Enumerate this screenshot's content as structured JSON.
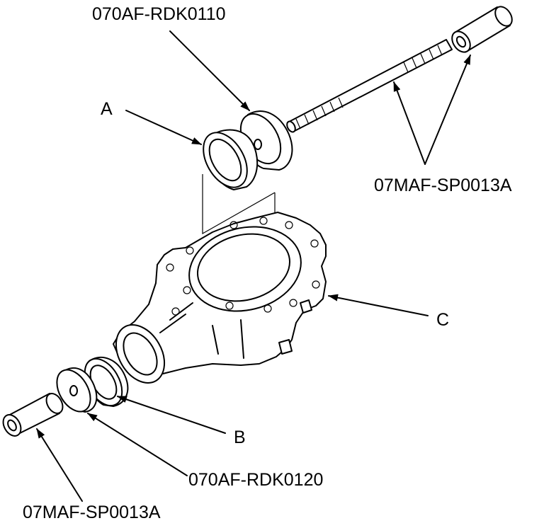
{
  "labels": {
    "tool_top": "070AF-RDK0110",
    "part_a": "A",
    "driver_right": "07MAF-SP0013A",
    "part_c": "C",
    "part_b": "B",
    "tool_bottom": "070AF-RDK0120",
    "driver_left": "07MAF-SP0013A"
  }
}
